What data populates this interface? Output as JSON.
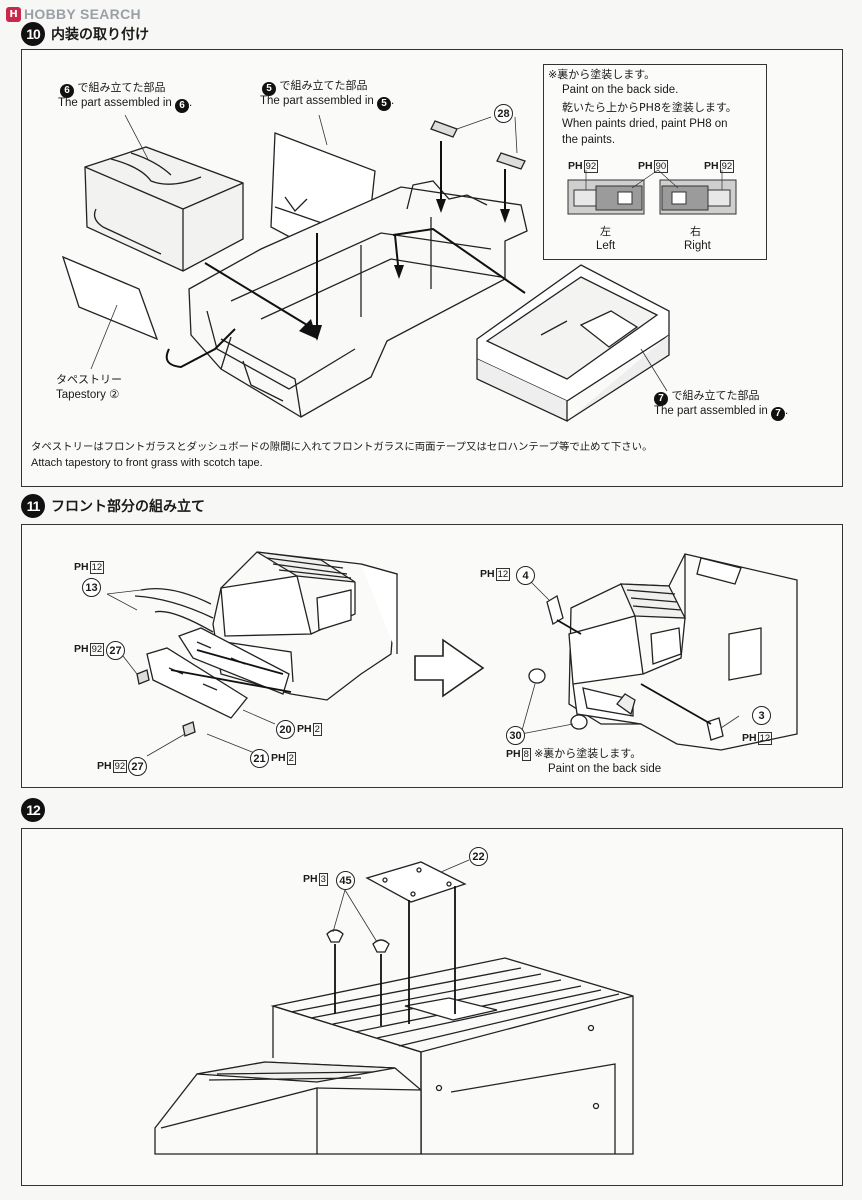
{
  "watermark": {
    "logo_glyph": "H",
    "text": "HOBBY SEARCH"
  },
  "step10": {
    "number": "10",
    "title": "内装の取り付け",
    "label_part6_jp": "で組み立てた部品",
    "label_part6_en": "The part assembled in",
    "label_part6_num": "6",
    "label_part5_jp": "で組み立てた部品",
    "label_part5_en": "The part assembled in",
    "label_part5_num": "5",
    "label_part7_jp": "で組み立てた部品",
    "label_part7_en": "The part assembled in",
    "label_part7_num": "7",
    "tapestry_jp": "タペストリー",
    "tapestry_en": "Tapestory",
    "tapestry_num": "②",
    "part_28": "28",
    "note": {
      "line1": "※裏から塗装します。",
      "line2": "Paint on the back side.",
      "line3": "乾いたら上からPH8を塗装します。",
      "line4": "When paints dried, paint PH8 on",
      "line5": "the paints.",
      "ph_left": "92",
      "ph_mid": "90",
      "ph_right": "92",
      "left_jp": "左",
      "left_en": "Left",
      "right_jp": "右",
      "right_en": "Right"
    },
    "instruction_jp": "タペストリーはフロントガラスとダッシュボードの隙間に入れてフロントガラスに両面テープ又はセロハンテープ等で止めて下さい。",
    "instruction_en": "Attach tapestory to front grass with scotch tape."
  },
  "step11": {
    "number": "11",
    "title": "フロント部分の組み立て",
    "ph_13": "12",
    "part_13": "13",
    "ph_27a": "92",
    "part_27a": "27",
    "part_20": "20",
    "ph_20": "2",
    "part_21": "21",
    "ph_21": "2",
    "ph_27b": "92",
    "part_27b": "27",
    "ph_4": "12",
    "part_4": "4",
    "part_30": "30",
    "ph_30": "8",
    "note_30_jp": "※裏から塗装します。",
    "note_30_en": "Paint on the back side",
    "part_3": "3",
    "ph_3": "12"
  },
  "step12": {
    "number": "12",
    "ph_45": "3",
    "part_45": "45",
    "part_22": "22"
  },
  "ph_prefix": "PH",
  "colors": {
    "ink": "#1a1a1a",
    "paper": "#f7f7f5",
    "logo": "#c9284a",
    "mid_gray": "#9b9b9b",
    "light_gray": "#cfcfcf"
  }
}
